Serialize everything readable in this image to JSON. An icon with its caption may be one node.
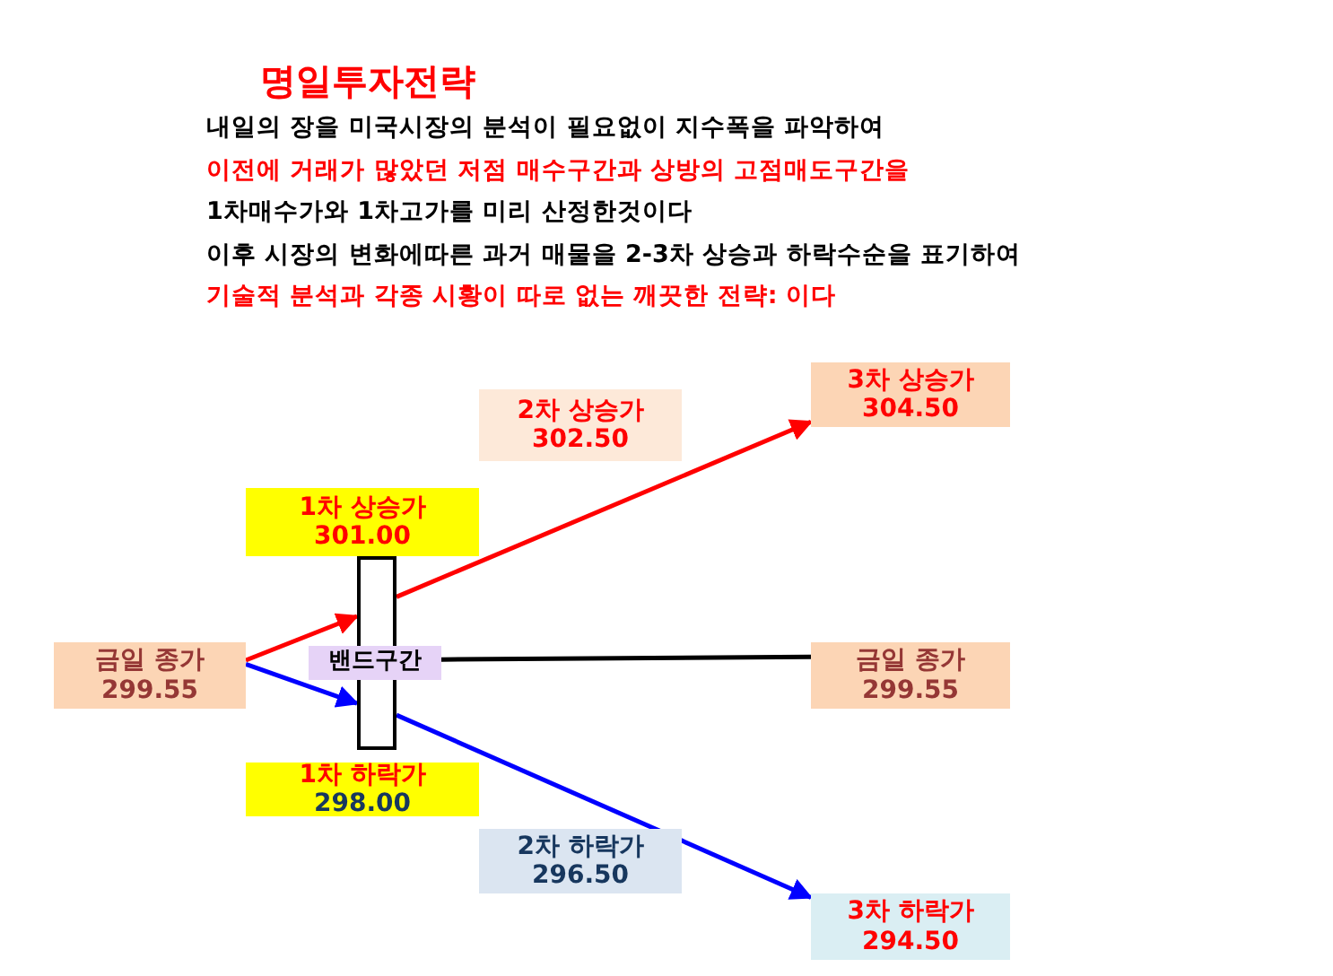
{
  "diagram": {
    "title": "명일투자전략",
    "nodes": [
      {
        "text": [
          "금일 종가",
          "299.55"
        ]
      },
      {
        "text": [
          "1차 상승가",
          "301.00"
        ]
      },
      {
        "text": [
          "2차 상승가",
          "302.50"
        ]
      },
      {
        "text": [
          "3차 상승가",
          "304.50"
        ]
      },
      {
        "text": [],
        "shape": "box"
      },
      {
        "text": [
          "밴드구간"
        ]
      },
      {
        "text": [
          "1차 하락가",
          "298.00"
        ]
      },
      {
        "text": [
          "2차 하락가",
          "296.50"
        ]
      },
      {
        "text": [
          "금일 종가",
          "299.55"
        ]
      },
      {
        "text": [
          "3차 하락가",
          "294.50"
        ]
      }
    ],
    "edges": [
      {
        "from": 0,
        "to": 4,
        "arrow": "to",
        "color": "#ff0000"
      },
      {
        "from": 4,
        "to": 3,
        "arrow": "to",
        "color": "#ff0000"
      },
      {
        "from": 0,
        "to": 4,
        "arrow": "to",
        "color": "#0000ff"
      },
      {
        "from": 4,
        "to": 9,
        "arrow": "to",
        "color": "#0000ff"
      },
      {
        "from": 5,
        "to": 8,
        "arrow": "none",
        "color": "#000000"
      }
    ],
    "labels": [
      "내일의 장을 미국시장의 분석이 필요없이 지수폭을 파악하여",
      "이전에 거래가 많았던 저점 매수구간과 상방의 고점매도구간을",
      "1차매수가와 1차고가를 미리 산정한것이다",
      "이후 시장의 변화에따른 과거 매물을 2-3차 상승과 하락수순을 표기하여",
      "기술적 분석과 각종 시황이 따로 없는 깨끗한 전략:  이다"
    ]
  }
}
